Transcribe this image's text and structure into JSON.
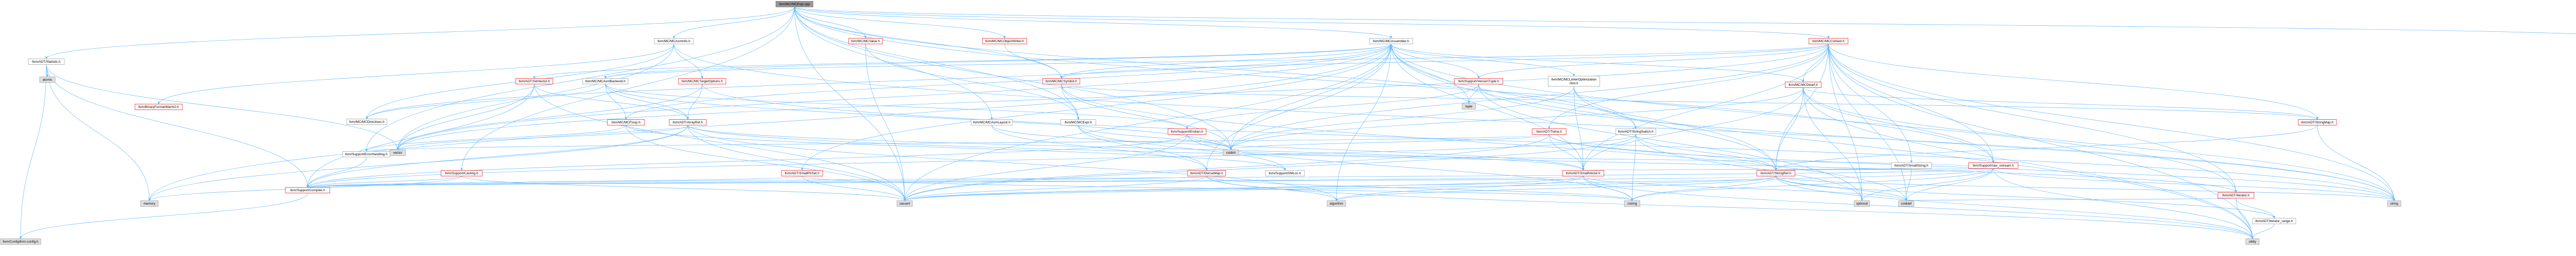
{
  "colors": {
    "edge": "#63b8ff",
    "node_border_default": "#999999",
    "node_border_linked": "#ff0000",
    "node_border_focus": "#666666",
    "node_fill_default": "#ffffff",
    "node_fill_focus": "#999999",
    "node_fill_external": "#e0e0e0",
    "text": "#000000"
  },
  "graph": {
    "nodes": [
      {
        "id": "mcexpr_focus",
        "label": "llvm/MC/MCExpr.cpp",
        "style": "focus"
      },
      {
        "id": "statistic",
        "label": "llvm/ADT/Statistic.h",
        "style": "default"
      },
      {
        "id": "atomic",
        "label": "atomic",
        "style": "external"
      },
      {
        "id": "llvmconfig",
        "label": "llvm/Config/llvm-config.h",
        "style": "external"
      },
      {
        "id": "compiler",
        "label": "llvm/Support/Compiler.h",
        "style": "linked"
      },
      {
        "id": "memory",
        "label": "memory",
        "style": "external"
      },
      {
        "id": "binaryformat",
        "label": "llvm/BinaryFormat/MachO.h",
        "style": "linked"
      },
      {
        "id": "mcasminfo",
        "label": "llvm/MC/MCAsmInfo.h",
        "style": "default"
      },
      {
        "id": "mcdirectives",
        "label": "llvm/MC/MCDirectives.h",
        "style": "default"
      },
      {
        "id": "mcasmbackend",
        "label": "llvm/MC/MCAsmBackend.h",
        "style": "default"
      },
      {
        "id": "setvector",
        "label": "llvm/ADT/SetVector.h",
        "style": "linked"
      },
      {
        "id": "mctargetoptions",
        "label": "llvm/MC/MCTargetOptions.h",
        "style": "linked"
      },
      {
        "id": "mcfixup",
        "label": "llvm/MC/MCFixup.h",
        "style": "linked"
      },
      {
        "id": "arrayref",
        "label": "llvm/ADT/ArrayRef.h",
        "style": "linked"
      },
      {
        "id": "casting",
        "label": "llvm/Support/Casting.h",
        "style": "linked"
      },
      {
        "id": "errorhandling",
        "label": "llvm/Support/ErrorHandling.h",
        "style": "default"
      },
      {
        "id": "vector",
        "label": "vector",
        "style": "external"
      },
      {
        "id": "mcvalue",
        "label": "llvm/MC/MCValue.h",
        "style": "linked"
      },
      {
        "id": "mcobjectwriter",
        "label": "llvm/MC/MCObjectWriter.h",
        "style": "linked"
      },
      {
        "id": "mcsymbol",
        "label": "llvm/MC/MCSymbol.h",
        "style": "linked"
      },
      {
        "id": "mcasmlayout",
        "label": "llvm/MC/MCAsmLayout.h",
        "style": "default"
      },
      {
        "id": "mcexpr_h",
        "label": "llvm/MC/MCExpr.h",
        "style": "default"
      },
      {
        "id": "smallptrset",
        "label": "llvm/ADT/SmallPtrSet.h",
        "style": "linked"
      },
      {
        "id": "mcassembler",
        "label": "llvm/MC/MCAssembler.h",
        "style": "default"
      },
      {
        "id": "versiontuple",
        "label": "llvm/Support/VersionTuple.h",
        "style": "linked"
      },
      {
        "id": "tuple",
        "label": "tuple",
        "style": "external"
      },
      {
        "id": "endian",
        "label": "llvm/Support/Endian.h",
        "style": "linked"
      },
      {
        "id": "densemap",
        "label": "llvm/ADT/DenseMap.h",
        "style": "linked"
      },
      {
        "id": "smlocation",
        "label": "llvm/Support/SMLoc.h",
        "style": "default"
      },
      {
        "id": "cassert",
        "label": "cassert",
        "style": "external"
      },
      {
        "id": "cstdint",
        "label": "cstdint",
        "style": "external"
      },
      {
        "id": "algorithm",
        "label": "algorithm",
        "style": "external"
      },
      {
        "id": "linkeropt",
        "label": "llvm/MC/MCLinkerOptimization\nHint.h",
        "style": "default"
      },
      {
        "id": "twine",
        "label": "llvm/ADT/Twine.h",
        "style": "linked"
      },
      {
        "id": "stringswitch",
        "label": "llvm/ADT/StringSwitch.h",
        "style": "default"
      },
      {
        "id": "smallvector",
        "label": "llvm/ADT/SmallVector.h",
        "style": "linked"
      },
      {
        "id": "cstring",
        "label": "cstring",
        "style": "external"
      },
      {
        "id": "mccontext",
        "label": "llvm/MC/MCContext.h",
        "style": "linked"
      },
      {
        "id": "mcdwarf",
        "label": "llvm/MC/MCDwarf.h",
        "style": "linked"
      },
      {
        "id": "stringref",
        "label": "llvm/ADT/StringRef.h",
        "style": "linked"
      },
      {
        "id": "smallstring",
        "label": "llvm/ADT/SmallString.h",
        "style": "default"
      },
      {
        "id": "rawostream",
        "label": "llvm/Support/raw_ostream.h",
        "style": "linked"
      },
      {
        "id": "optional",
        "label": "optional",
        "style": "external"
      },
      {
        "id": "cstddef",
        "label": "cstddef",
        "style": "external"
      },
      {
        "id": "stringmap",
        "label": "llvm/ADT/StringMap.h",
        "style": "linked"
      },
      {
        "id": "iterator",
        "label": "llvm/ADT/iterator.h",
        "style": "linked"
      },
      {
        "id": "iterator_range",
        "label": "llvm/ADT/iterator_range.h",
        "style": "default"
      },
      {
        "id": "string",
        "label": "string",
        "style": "external"
      },
      {
        "id": "utility",
        "label": "utility",
        "style": "external"
      },
      {
        "id": "debug",
        "label": "llvm/Support/Debug.h",
        "style": "default"
      }
    ],
    "edges": [
      [
        "mcexpr_focus",
        "statistic"
      ],
      [
        "mcexpr_focus",
        "mcasminfo"
      ],
      [
        "mcexpr_focus",
        "mcvalue"
      ],
      [
        "mcexpr_focus",
        "mcobjectwriter"
      ],
      [
        "mcexpr_focus",
        "mcassembler"
      ],
      [
        "mcexpr_focus",
        "mccontext"
      ],
      [
        "mcexpr_focus",
        "debug"
      ],
      [
        "mcexpr_focus",
        "mcsymbol"
      ],
      [
        "mcexpr_focus",
        "mcexpr_h"
      ],
      [
        "mcexpr_focus",
        "mcasmlayout"
      ],
      [
        "mcexpr_focus",
        "casting"
      ],
      [
        "mcexpr_focus",
        "errorhandling"
      ],
      [
        "mcexpr_focus",
        "rawostream"
      ],
      [
        "mcexpr_focus",
        "stringswitch"
      ],
      [
        "mcexpr_focus",
        "cassert"
      ],
      [
        "mcexpr_focus",
        "cstdint"
      ],
      [
        "statistic",
        "atomic"
      ],
      [
        "statistic",
        "llvmconfig"
      ],
      [
        "statistic",
        "compiler"
      ],
      [
        "statistic",
        "memory"
      ],
      [
        "statistic",
        "vector"
      ],
      [
        "compiler",
        "llvmconfig"
      ],
      [
        "mcasminfo",
        "binaryformat"
      ],
      [
        "mcasminfo",
        "mcdirectives"
      ],
      [
        "mcasminfo",
        "mctargetoptions"
      ],
      [
        "mcasminfo",
        "vector"
      ],
      [
        "mcasminfo",
        "string"
      ],
      [
        "mcasmbackend",
        "mcdirectives"
      ],
      [
        "mcasmbackend",
        "mcfixup"
      ],
      [
        "mcasmbackend",
        "arrayref"
      ],
      [
        "mcasmbackend",
        "endian"
      ],
      [
        "mcasmbackend",
        "cstdint"
      ],
      [
        "setvector",
        "arrayref"
      ],
      [
        "setvector",
        "compiler"
      ],
      [
        "setvector",
        "vector"
      ],
      [
        "setvector",
        "cassert"
      ],
      [
        "mctargetoptions",
        "arrayref"
      ],
      [
        "mctargetoptions",
        "string"
      ],
      [
        "mctargetoptions",
        "vector"
      ],
      [
        "mcfixup",
        "errorhandling"
      ],
      [
        "mcfixup",
        "smlocation"
      ],
      [
        "mcfixup",
        "cassert"
      ],
      [
        "arrayref",
        "compiler"
      ],
      [
        "arrayref",
        "smallvector"
      ],
      [
        "arrayref",
        "cassert"
      ],
      [
        "arrayref",
        "vector"
      ],
      [
        "arrayref",
        "memory"
      ],
      [
        "arrayref",
        "algorithm"
      ],
      [
        "arrayref",
        "iterator"
      ],
      [
        "casting",
        "compiler"
      ],
      [
        "casting",
        "memory"
      ],
      [
        "casting",
        "cassert"
      ],
      [
        "errorhandling",
        "compiler"
      ],
      [
        "mcvalue",
        "mcexpr_h"
      ],
      [
        "mcvalue",
        "cassert"
      ],
      [
        "mcobjectwriter",
        "mcsymbol"
      ],
      [
        "mcobjectwriter",
        "triple_placeholder"
      ],
      [
        "mcsymbol",
        "mcexpr_h"
      ],
      [
        "mcsymbol",
        "mcfragment_placeholder"
      ],
      [
        "mcsymbol",
        "stringmap"
      ],
      [
        "mcsymbol",
        "cstdint"
      ],
      [
        "mcsymbol",
        "cstddef"
      ],
      [
        "mcasmlayout",
        "densemap"
      ],
      [
        "mcasmlayout",
        "smallvector"
      ],
      [
        "mcexpr_h",
        "densemap"
      ],
      [
        "mcexpr_h",
        "smlocation"
      ],
      [
        "mcexpr_h",
        "cstdint"
      ],
      [
        "smallptrset",
        "compiler"
      ],
      [
        "smallptrset",
        "cassert"
      ],
      [
        "smallptrset",
        "cstring"
      ],
      [
        "mcassembler",
        "setvector"
      ],
      [
        "mcassembler",
        "mcasmbackend"
      ],
      [
        "mcassembler",
        "mcdirectives"
      ],
      [
        "mcassembler",
        "mcfixup"
      ],
      [
        "mcassembler",
        "smallptrset"
      ],
      [
        "mcassembler",
        "versiontuple"
      ],
      [
        "mcassembler",
        "linkeropt"
      ],
      [
        "mcassembler",
        "mcsymbol"
      ],
      [
        "mcassembler",
        "densemap"
      ],
      [
        "mcassembler",
        "smallvector"
      ],
      [
        "mcassembler",
        "stringref"
      ],
      [
        "mcassembler",
        "mcdwarf"
      ],
      [
        "mcassembler",
        "cassert"
      ],
      [
        "mcassembler",
        "cstdint"
      ],
      [
        "mcassembler",
        "memory"
      ],
      [
        "mcassembler",
        "tuple"
      ],
      [
        "mcassembler",
        "utility"
      ],
      [
        "mcassembler",
        "vector"
      ],
      [
        "mcassembler",
        "algorithm"
      ],
      [
        "mcassembler",
        "iterator"
      ],
      [
        "versiontuple",
        "tuple"
      ],
      [
        "versiontuple",
        "endian"
      ],
      [
        "versiontuple",
        "optional"
      ],
      [
        "versiontuple",
        "string"
      ],
      [
        "endian",
        "compiler"
      ],
      [
        "endian",
        "cassert"
      ],
      [
        "endian",
        "cstdint"
      ],
      [
        "endian",
        "cstring"
      ],
      [
        "densemap",
        "compiler"
      ],
      [
        "densemap",
        "algorithm"
      ],
      [
        "densemap",
        "cassert"
      ],
      [
        "densemap",
        "cstring"
      ],
      [
        "densemap",
        "utility"
      ],
      [
        "linkeropt",
        "smallvector"
      ],
      [
        "linkeropt",
        "stringref"
      ],
      [
        "linkeropt",
        "stringswitch"
      ],
      [
        "linkeropt",
        "cstdint"
      ],
      [
        "twine",
        "smallvector"
      ],
      [
        "twine",
        "stringref"
      ],
      [
        "twine",
        "errorhandling"
      ],
      [
        "twine",
        "cassert"
      ],
      [
        "twine",
        "cstdint"
      ],
      [
        "twine",
        "string"
      ],
      [
        "stringswitch",
        "stringref"
      ],
      [
        "stringswitch",
        "compiler"
      ],
      [
        "stringswitch",
        "cassert"
      ],
      [
        "stringswitch",
        "cstring"
      ],
      [
        "stringswitch",
        "optional"
      ],
      [
        "smallvector",
        "compiler"
      ],
      [
        "smallvector",
        "algorithm"
      ],
      [
        "smallvector",
        "cassert"
      ],
      [
        "smallvector",
        "cstddef"
      ],
      [
        "smallvector",
        "cstring"
      ],
      [
        "smallvector",
        "utility"
      ],
      [
        "mccontext",
        "mcasmbackend"
      ],
      [
        "mccontext",
        "mcsymbol"
      ],
      [
        "mccontext",
        "mcdwarf"
      ],
      [
        "mccontext",
        "twine"
      ],
      [
        "mccontext",
        "stringmap"
      ],
      [
        "mccontext",
        "smallstring"
      ],
      [
        "mccontext",
        "rawostream"
      ],
      [
        "mccontext",
        "smallvector"
      ],
      [
        "mccontext",
        "stringref"
      ],
      [
        "mccontext",
        "versiontuple"
      ],
      [
        "mccontext",
        "optional"
      ],
      [
        "mccontext",
        "cstdint"
      ],
      [
        "mccontext",
        "cstddef"
      ],
      [
        "mccontext",
        "string"
      ],
      [
        "mccontext",
        "vector"
      ],
      [
        "mccontext",
        "utility"
      ],
      [
        "mccontext",
        "iterator"
      ],
      [
        "mcdwarf",
        "stringref"
      ],
      [
        "mcdwarf",
        "stringmap"
      ],
      [
        "mcdwarf",
        "rawostream"
      ],
      [
        "mcdwarf",
        "smallvector"
      ],
      [
        "mcdwarf",
        "cstdint"
      ],
      [
        "mcdwarf",
        "string"
      ],
      [
        "mcdwarf",
        "optional"
      ],
      [
        "mcdwarf",
        "utility"
      ],
      [
        "stringref",
        "compiler"
      ],
      [
        "stringref",
        "algorithm"
      ],
      [
        "stringref",
        "cassert"
      ],
      [
        "stringref",
        "cstddef"
      ],
      [
        "stringref",
        "cstring"
      ],
      [
        "stringref",
        "string"
      ],
      [
        "stringref",
        "utility"
      ],
      [
        "stringref",
        "iterator_range"
      ],
      [
        "smallstring",
        "smallvector"
      ],
      [
        "smallstring",
        "stringref"
      ],
      [
        "smallstring",
        "cstddef"
      ],
      [
        "rawostream",
        "compiler"
      ],
      [
        "rawostream",
        "stringref"
      ],
      [
        "rawostream",
        "cassert"
      ],
      [
        "rawostream",
        "cstddef"
      ],
      [
        "rawostream",
        "cstdint"
      ],
      [
        "rawostream",
        "cstring"
      ],
      [
        "rawostream",
        "optional"
      ],
      [
        "rawostream",
        "string"
      ],
      [
        "rawostream",
        "utility"
      ],
      [
        "stringmap",
        "stringref"
      ],
      [
        "stringmap",
        "string"
      ],
      [
        "iterator",
        "iterator_range"
      ],
      [
        "iterator",
        "cstddef"
      ],
      [
        "iterator",
        "utility"
      ],
      [
        "iterator_range",
        "utility"
      ]
    ]
  }
}
